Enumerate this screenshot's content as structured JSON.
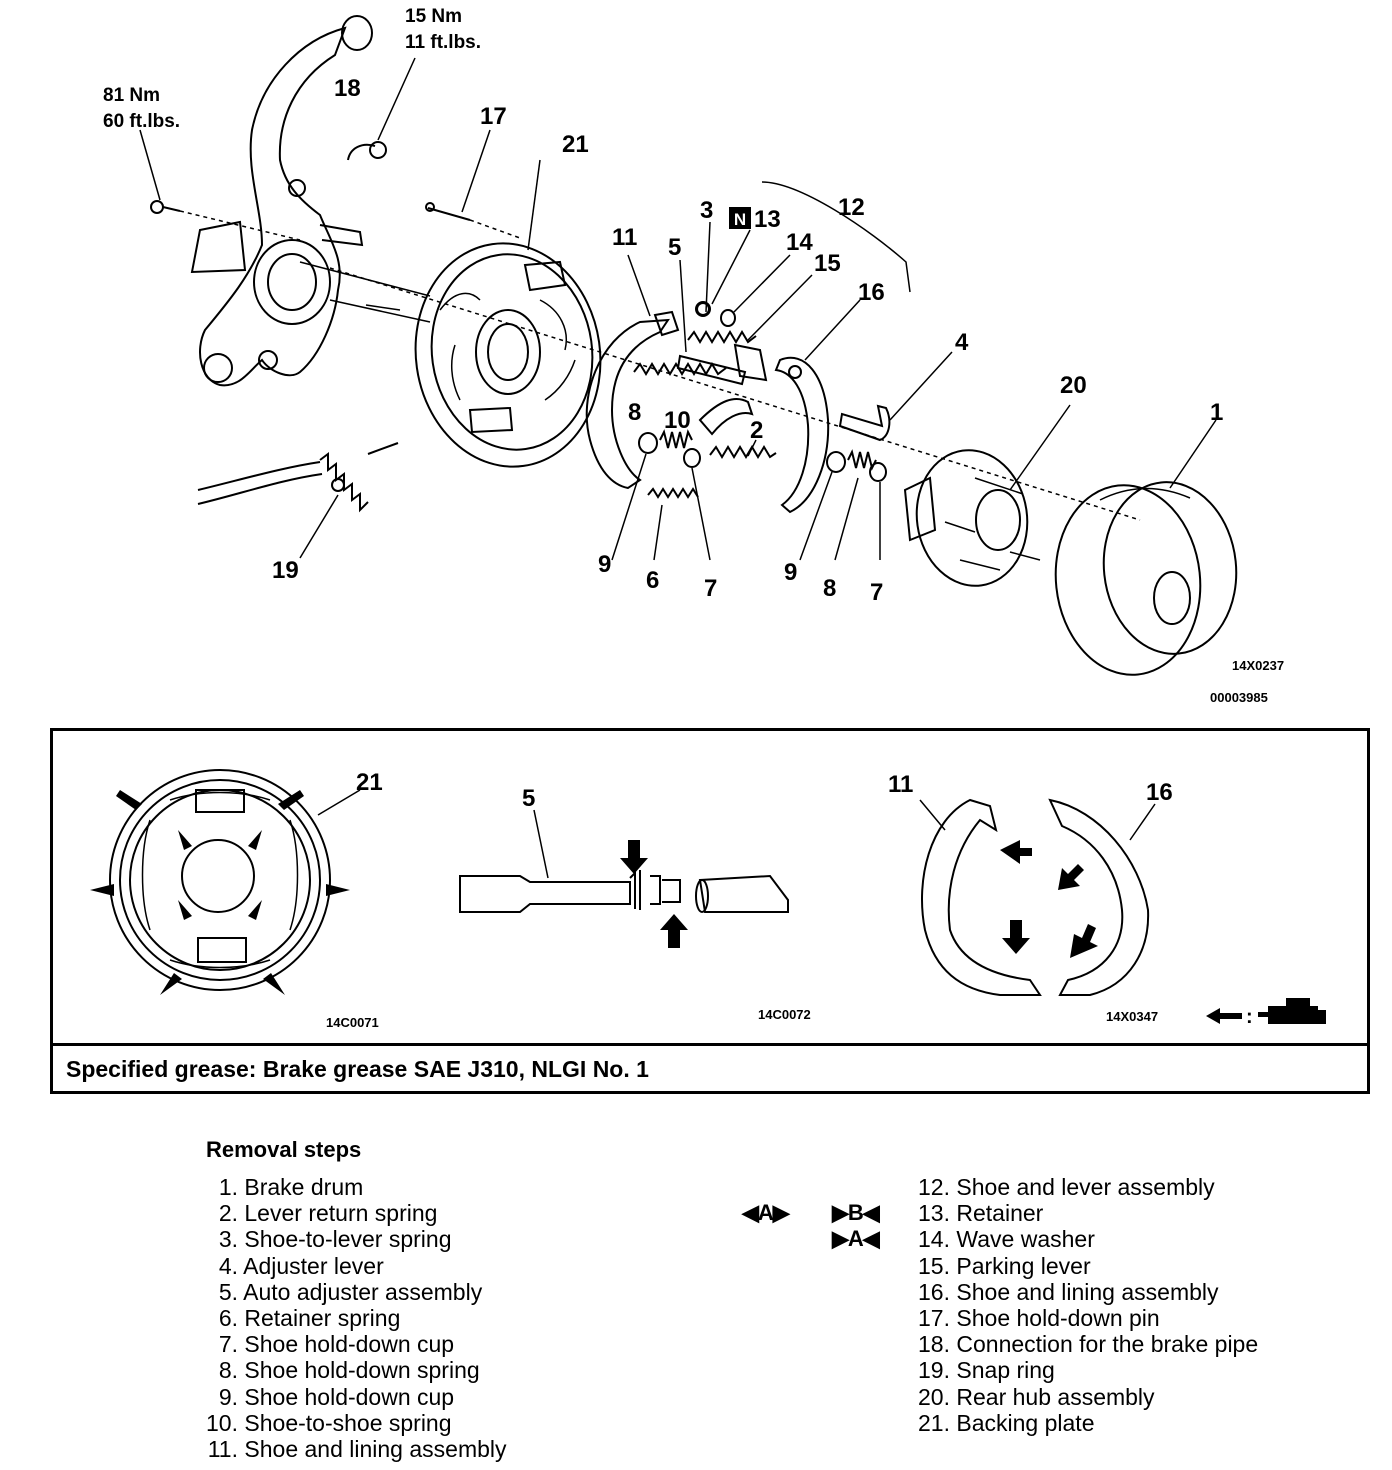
{
  "torque": {
    "pipe": {
      "nm": "15 Nm",
      "ftlbs": "11 ft.lbs."
    },
    "knuckle": {
      "nm": "81 Nm",
      "ftlbs": "60 ft.lbs."
    }
  },
  "callouts": {
    "c1": "1",
    "c2": "2",
    "c3": "3",
    "c4": "4",
    "c5": "5",
    "c6": "6",
    "c7a": "7",
    "c7b": "7",
    "c8a": "8",
    "c8b": "8",
    "c9a": "9",
    "c9b": "9",
    "c10": "10",
    "c11": "11",
    "c12": "12",
    "c13": "13",
    "c14": "14",
    "c15": "15",
    "c16": "16",
    "c17": "17",
    "c18": "18",
    "c19": "19",
    "c20": "20",
    "c21": "21",
    "n_icon": "N"
  },
  "figure_codes": {
    "main_a": "14X0237",
    "main_b": "00003985",
    "backing": "14C0071",
    "adjuster": "14C0072",
    "shoes": "14X0347"
  },
  "grease_panel": {
    "c21": "21",
    "c5": "5",
    "c11": "11",
    "c16": "16",
    "legend_sep": ":",
    "note": "Specified grease: Brake grease SAE J310, NLGI No. 1"
  },
  "removal": {
    "title": "Removal steps",
    "left": [
      {
        "n": "1.",
        "t": "Brake drum"
      },
      {
        "n": "2.",
        "t": "Lever return spring"
      },
      {
        "n": "3.",
        "t": "Shoe-to-lever spring"
      },
      {
        "n": "4.",
        "t": "Adjuster lever"
      },
      {
        "n": "5.",
        "t": "Auto adjuster assembly"
      },
      {
        "n": "6.",
        "t": "Retainer spring"
      },
      {
        "n": "7.",
        "t": "Shoe hold-down cup"
      },
      {
        "n": "8.",
        "t": "Shoe hold-down spring"
      },
      {
        "n": "9.",
        "t": "Shoe hold-down cup"
      },
      {
        "n": "10.",
        "t": "Shoe-to-shoe spring"
      },
      {
        "n": "11.",
        "t": "Shoe and lining assembly"
      }
    ],
    "right": [
      {
        "n": "12.",
        "t": "Shoe and lever assembly"
      },
      {
        "n": "13.",
        "t": "Retainer"
      },
      {
        "n": "14.",
        "t": "Wave washer"
      },
      {
        "n": "15.",
        "t": "Parking lever"
      },
      {
        "n": "16.",
        "t": "Shoe and lining assembly"
      },
      {
        "n": "17.",
        "t": "Shoe hold-down pin"
      },
      {
        "n": "18.",
        "t": "Connection for the brake pipe"
      },
      {
        "n": "19.",
        "t": "Snap ring"
      },
      {
        "n": "20.",
        "t": "Rear hub assembly"
      },
      {
        "n": "21.",
        "t": "Backing plate"
      }
    ],
    "badges": {
      "a_removal": "◀A▶",
      "b_install_13": "▶B◀",
      "a_install_14": "▶A◀"
    }
  }
}
